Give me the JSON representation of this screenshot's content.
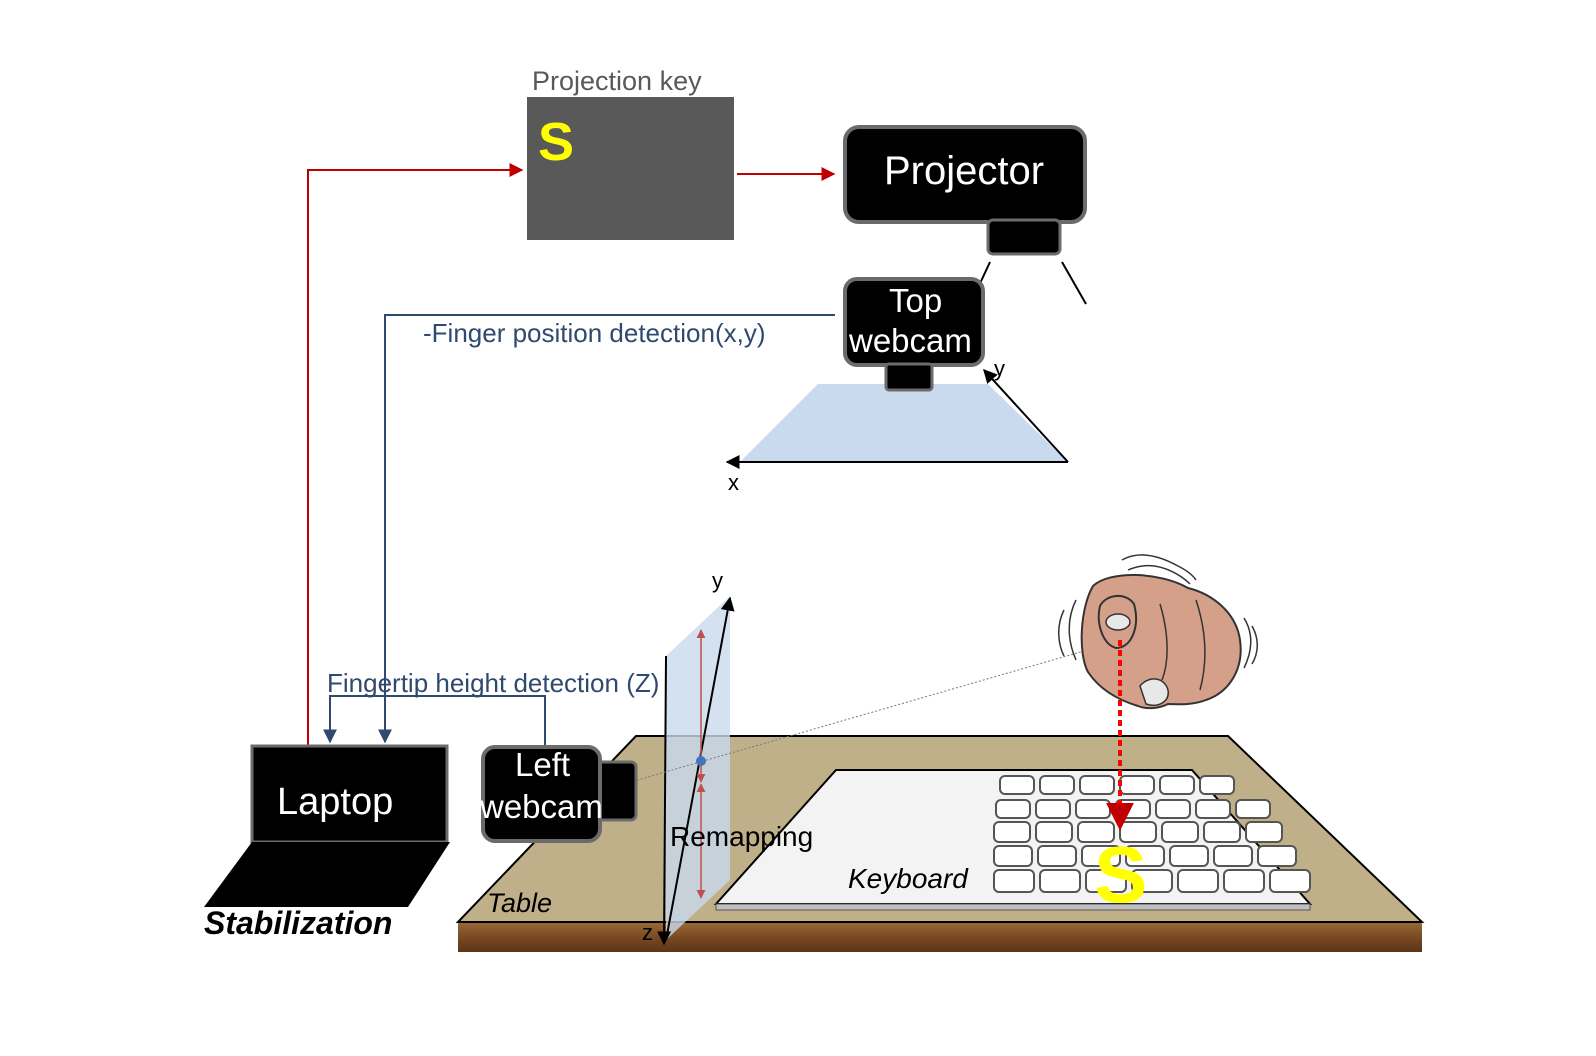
{
  "projection_key": {
    "title": "Projection key",
    "letter": "S",
    "letter_color": "#ffff00",
    "box_color": "#595959"
  },
  "projector": {
    "label": "Projector"
  },
  "top_webcam": {
    "line1": "Top",
    "line2": "webcam"
  },
  "left_webcam": {
    "line1": "Left",
    "line2": "webcam"
  },
  "laptop": {
    "label": "Laptop",
    "caption": "Stabilization"
  },
  "signals": {
    "xy_detection": "-Finger position detection(x,y)",
    "z_detection": "Fingertip height detection (Z)",
    "remapping": "Remapping"
  },
  "axes": {
    "top_x": "x",
    "top_y": "y",
    "side_y": "y",
    "side_z": "z"
  },
  "scene": {
    "table": "Table",
    "keyboard": "Keyboard",
    "projected_letter": "S"
  },
  "colors": {
    "red_arrow": "#c00000",
    "blue_line": "#2f4a6e",
    "device": "#000000",
    "table_top": "#bfb08a",
    "table_wood": "#8b5a2b",
    "projection_plane": "#c9d9ee"
  },
  "icons": {
    "projector": "projector-icon",
    "webcam": "webcam-icon",
    "laptop": "laptop-icon",
    "hand": "hand-icon",
    "keyboard": "keyboard-icon"
  }
}
